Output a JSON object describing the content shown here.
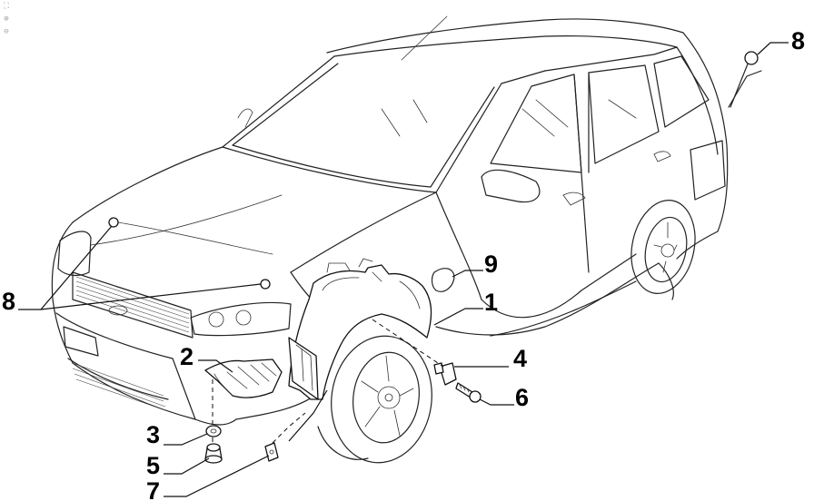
{
  "toolbar": {
    "fit_icon": "fit-to-page-icon",
    "zoom_in_icon": "zoom-in-icon",
    "zoom_out_icon": "zoom-out-icon"
  },
  "callouts": {
    "part_1": "1",
    "part_2": "2",
    "part_3": "3",
    "part_4": "4",
    "part_5": "5",
    "part_6": "6",
    "part_7": "7",
    "part_8_left": "8",
    "part_8_right": "8",
    "part_9": "9"
  }
}
